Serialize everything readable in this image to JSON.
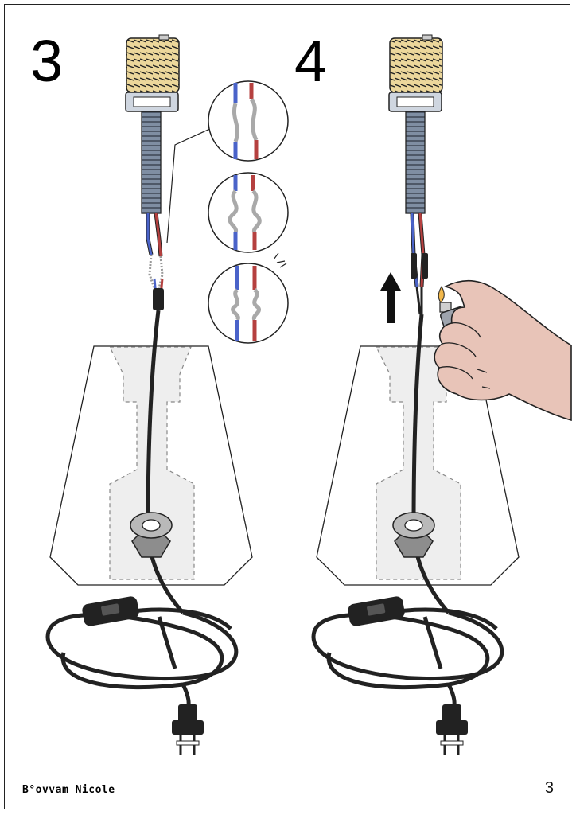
{
  "steps": [
    {
      "number": "3"
    },
    {
      "number": "4"
    }
  ],
  "footer": {
    "brand": "B°ovvam Nicole",
    "page_number": "3"
  },
  "colors": {
    "wire_blue": "#4a63c9",
    "wire_red": "#b5403f",
    "strand_gray": "#a9a9a9",
    "socket_gold": "#ecd79b",
    "tube_gray": "#7f8ea3",
    "cord_black": "#222222",
    "skin": "#e8c4b8",
    "base_fill": "#f0f0f0"
  },
  "icons": [
    "lamp-socket-icon",
    "cable-icon",
    "plug-icon",
    "switch-icon",
    "lighter-icon",
    "hand-icon",
    "arrow-up-icon"
  ]
}
